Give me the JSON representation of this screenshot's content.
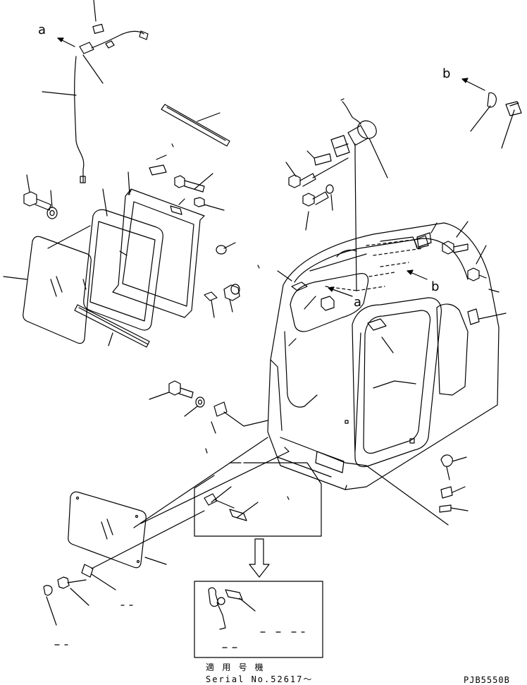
{
  "callouts": {
    "a_top": "a",
    "a_mid": "a",
    "b_top": "b",
    "b_mid": "b"
  },
  "caption": {
    "applicable_model_jp": "適 用 号 機",
    "serial": "Serial No.52617～"
  },
  "drawing_code": "PJB5550B"
}
